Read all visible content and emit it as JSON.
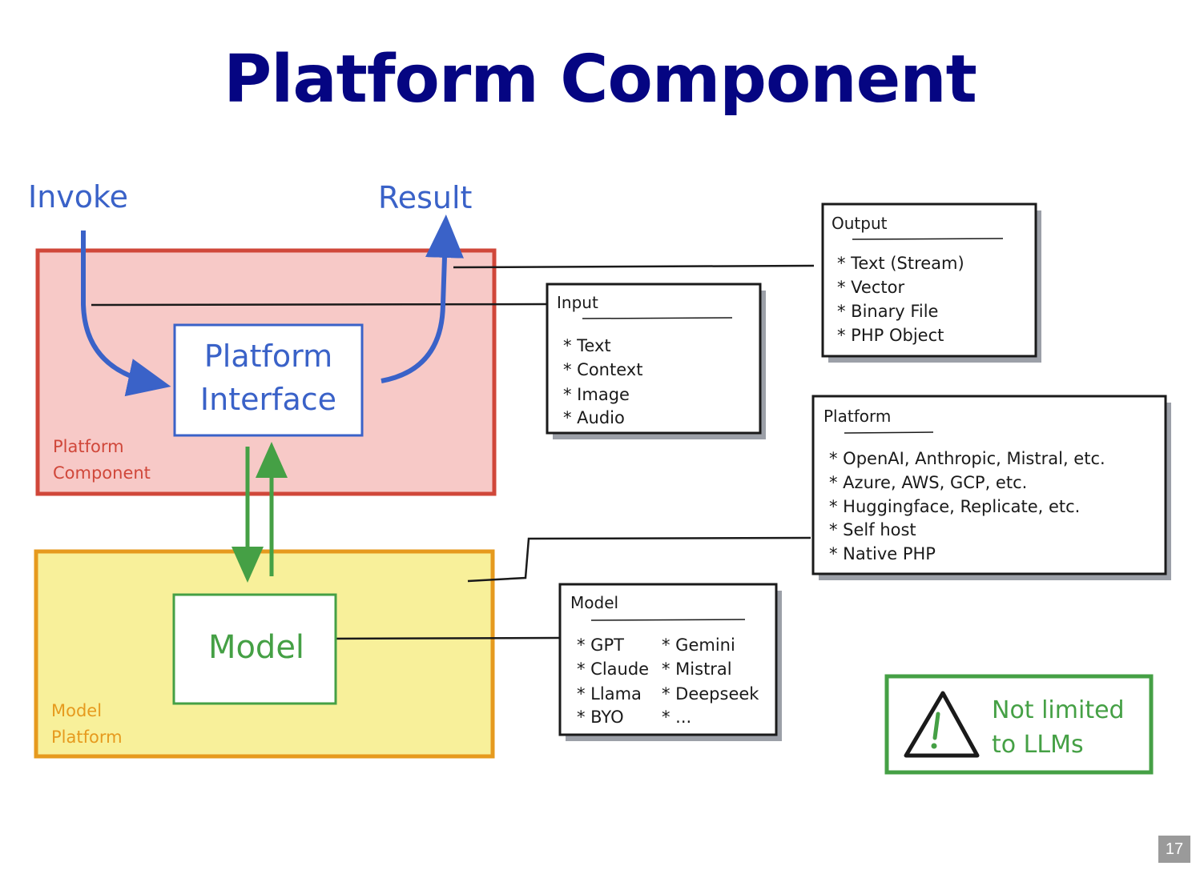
{
  "slide": {
    "title": "Platform Component",
    "page_number": "17"
  },
  "colors": {
    "title": "#050582",
    "blue": "#3a62c8",
    "red": "#d0473a",
    "red_fill": "#f7c9c7",
    "orange": "#e69a1e",
    "yellow_fill": "#f8f09a",
    "green": "#45a045",
    "black": "#1a1a1a"
  },
  "flow": {
    "invoke_label": "Invoke",
    "result_label": "Result"
  },
  "platform_component": {
    "label_line1": "Platform",
    "label_line2": "Component",
    "interface_line1": "Platform",
    "interface_line2": "Interface"
  },
  "model_platform": {
    "label_line1": "Model",
    "label_line2": "Platform",
    "model_label": "Model"
  },
  "notes": {
    "input": {
      "heading": "Input",
      "items": [
        "* Text",
        "* Context",
        "* Image",
        "* Audio"
      ]
    },
    "output": {
      "heading": "Output",
      "items": [
        "* Text (Stream)",
        "* Vector",
        "* Binary File",
        "* PHP Object"
      ]
    },
    "platform": {
      "heading": "Platform",
      "items": [
        "* OpenAI, Anthropic, Mistral, etc.",
        "* Azure, AWS, GCP, etc.",
        "* Huggingface, Replicate, etc.",
        "* Self host",
        "* Native PHP"
      ]
    },
    "model": {
      "heading": "Model",
      "col1": [
        "* GPT",
        "* Claude",
        "* Llama",
        "* BYO"
      ],
      "col2": [
        "* Gemini",
        "* Mistral",
        "* Deepseek",
        "* ..."
      ]
    }
  },
  "callout": {
    "icon": "warning-triangle-icon",
    "line1": "Not limited",
    "line2": "to LLMs"
  }
}
